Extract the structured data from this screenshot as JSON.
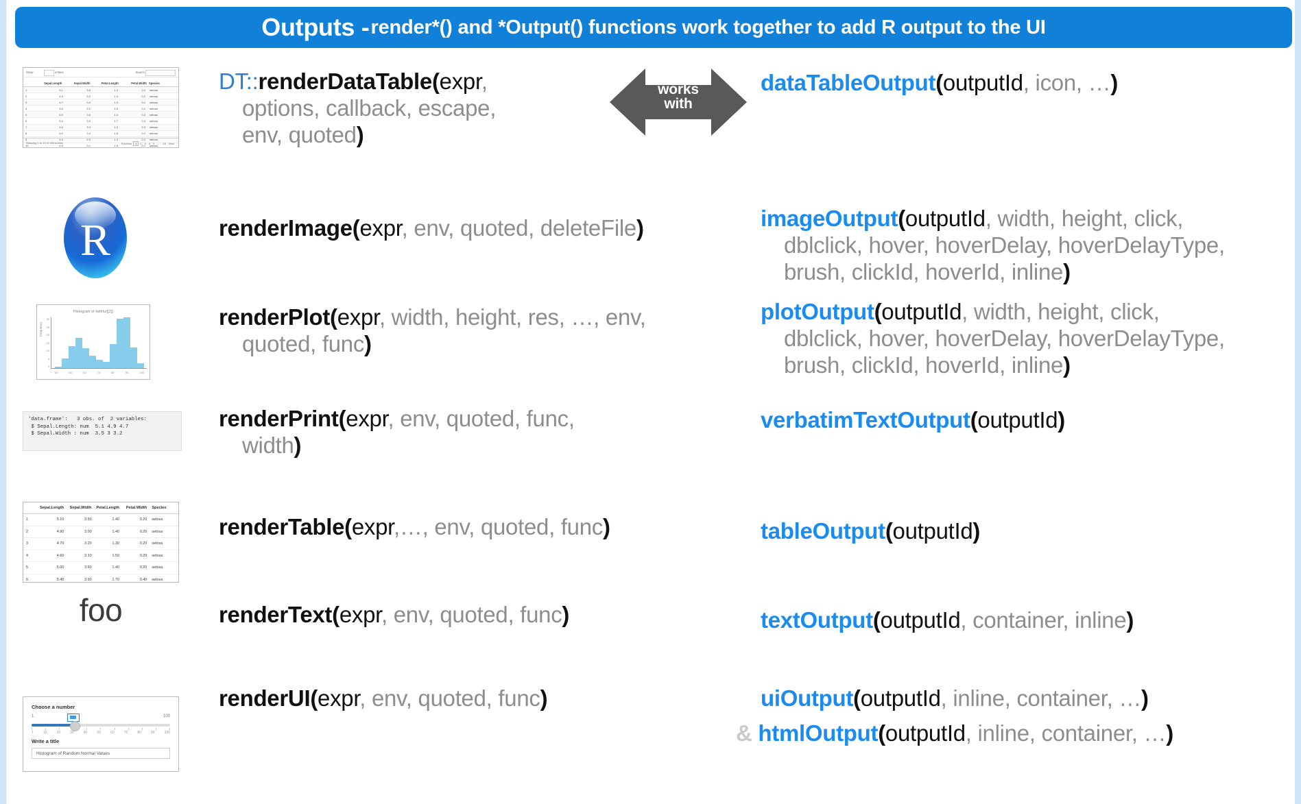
{
  "header": {
    "title_strong": "Outputs -",
    "title_rest": "render*()  and *Output() functions work together to add R output to the UI",
    "banner_color": "#1080d8"
  },
  "arrow": {
    "label_line1": "works",
    "label_line2": "with",
    "color": "#58595b"
  },
  "rows": [
    {
      "id": "datatable",
      "thumbnail": "datatable-thumbnail",
      "render": {
        "namespace": "DT::",
        "name": "renderDataTable",
        "required": [
          "expr"
        ],
        "optional": [
          "options",
          "callback",
          "escape",
          "env",
          "quoted"
        ]
      },
      "output": {
        "name": "dataTableOutput",
        "required": [
          "outputId"
        ],
        "optional": [
          "icon",
          "…"
        ]
      }
    },
    {
      "id": "image",
      "thumbnail": "r-logo-thumbnail",
      "render": {
        "namespace": "",
        "name": "renderImage",
        "required": [
          "expr"
        ],
        "optional": [
          "env",
          "quoted",
          "deleteFile"
        ]
      },
      "output": {
        "name": "imageOutput",
        "required": [
          "outputId"
        ],
        "optional": [
          "width",
          "height",
          "click",
          "dblclick",
          "hover",
          "hoverDelay",
          "hoverDelayType",
          "brush",
          "clickId",
          "hoverId",
          "inline"
        ]
      }
    },
    {
      "id": "plot",
      "thumbnail": "histogram-thumbnail",
      "render": {
        "namespace": "",
        "name": "renderPlot",
        "required": [
          "expr"
        ],
        "optional": [
          "width",
          "height",
          "res",
          "…",
          "env",
          "quoted",
          "func"
        ]
      },
      "output": {
        "name": "plotOutput",
        "required": [
          "outputId"
        ],
        "optional": [
          "width",
          "height",
          "click",
          "dblclick",
          "hover",
          "hoverDelay",
          "hoverDelayType",
          "brush",
          "clickId",
          "hoverId",
          "inline"
        ]
      }
    },
    {
      "id": "print",
      "thumbnail": "str-output-thumbnail",
      "render": {
        "namespace": "",
        "name": "renderPrint",
        "required": [
          "expr"
        ],
        "optional": [
          "env",
          "quoted",
          "func",
          "width"
        ]
      },
      "output": {
        "name": "verbatimTextOutput",
        "required": [
          "outputId"
        ],
        "optional": []
      }
    },
    {
      "id": "table",
      "thumbnail": "iris-table-thumbnail",
      "render": {
        "namespace": "",
        "name": "renderTable",
        "required": [
          "expr"
        ],
        "optional": [
          "…",
          "env",
          "quoted",
          "func"
        ]
      },
      "output": {
        "name": "tableOutput",
        "required": [
          "outputId"
        ],
        "optional": []
      }
    },
    {
      "id": "text",
      "thumbnail": "foo-text-thumbnail",
      "render": {
        "namespace": "",
        "name": "renderText",
        "required": [
          "expr"
        ],
        "optional": [
          "env",
          "quoted",
          "func"
        ]
      },
      "output": {
        "name": "textOutput",
        "required": [
          "outputId"
        ],
        "optional": [
          "container",
          "inline"
        ]
      }
    },
    {
      "id": "ui",
      "thumbnail": "ui-widgets-thumbnail",
      "render": {
        "namespace": "",
        "name": "renderUI",
        "required": [
          "expr"
        ],
        "optional": [
          "env",
          "quoted",
          "func"
        ]
      },
      "output": {
        "name": "uiOutput",
        "required": [
          "outputId"
        ],
        "optional": [
          "inline",
          "container",
          "…"
        ]
      },
      "output2": {
        "conjunction": "&",
        "name": "htmlOutput",
        "required": [
          "outputId"
        ],
        "optional": [
          "inline",
          "container",
          "…"
        ]
      }
    }
  ],
  "thumbnails": {
    "datatable": {
      "show_label": "Show",
      "show_value": "10",
      "entries_label": "entries",
      "search_label": "Search:",
      "columns": [
        "",
        "Sepal.Length",
        "Sepal.Width",
        "Petal.Length",
        "Petal.Width",
        "Species"
      ],
      "rows": [
        [
          "1",
          "5.1",
          "3.5",
          "1.4",
          "0.2",
          "setosa"
        ],
        [
          "2",
          "4.9",
          "3.0",
          "1.4",
          "0.2",
          "setosa"
        ],
        [
          "3",
          "4.7",
          "3.2",
          "1.3",
          "0.2",
          "setosa"
        ],
        [
          "4",
          "4.6",
          "3.1",
          "1.5",
          "0.2",
          "setosa"
        ],
        [
          "5",
          "5.0",
          "3.6",
          "1.4",
          "0.2",
          "setosa"
        ],
        [
          "6",
          "5.4",
          "3.9",
          "1.7",
          "0.4",
          "setosa"
        ],
        [
          "7",
          "4.6",
          "3.4",
          "1.4",
          "0.3",
          "setosa"
        ],
        [
          "8",
          "5.0",
          "3.4",
          "1.5",
          "0.2",
          "setosa"
        ],
        [
          "9",
          "4.4",
          "2.9",
          "1.4",
          "0.2",
          "setosa"
        ],
        [
          "10",
          "4.9",
          "3.1",
          "1.5",
          "0.1",
          "setosa"
        ]
      ],
      "footer_left": "Showing 1 to 10 of 150 entries",
      "pagination": [
        "Previous",
        "1",
        "2",
        "3",
        "4",
        "5",
        "…",
        "15",
        "Next"
      ]
    },
    "r_logo": {
      "letter": "R"
    },
    "histogram": {
      "title": "Histogram of faithful[[2]]",
      "ylabel": "Frequency",
      "xticks": [
        "40",
        "50",
        "60",
        "70",
        "80",
        "90",
        "100"
      ],
      "yticks": [
        "30",
        "25",
        "20",
        "15",
        "10",
        "5",
        "0"
      ],
      "bars": [
        2,
        12,
        28,
        38,
        25,
        16,
        10,
        8,
        30,
        62,
        64,
        26,
        6
      ]
    },
    "print": {
      "line1": "'data.frame':   3 obs. of  2 variables:",
      "line2": " $ Sepal.Length: num  5.1 4.9 4.7",
      "line3": " $ Sepal.Width : num  3.5 3 3.2"
    },
    "table": {
      "columns": [
        "",
        "Sepal.Length",
        "Sepal.Width",
        "Petal.Length",
        "Petal.Width",
        "Species"
      ],
      "rows": [
        [
          "1",
          "5.10",
          "3.50",
          "1.40",
          "0.20",
          "setosa"
        ],
        [
          "2",
          "4.90",
          "3.00",
          "1.40",
          "0.20",
          "setosa"
        ],
        [
          "3",
          "4.70",
          "3.20",
          "1.30",
          "0.20",
          "setosa"
        ],
        [
          "4",
          "4.60",
          "3.10",
          "1.50",
          "0.20",
          "setosa"
        ],
        [
          "5",
          "5.00",
          "3.60",
          "1.40",
          "0.20",
          "setosa"
        ],
        [
          "6",
          "5.40",
          "3.90",
          "1.70",
          "0.40",
          "setosa"
        ]
      ]
    },
    "foo": {
      "text": "foo"
    },
    "ui": {
      "slider_label": "Choose a number",
      "slider_min": "1",
      "slider_max": "100",
      "slider_ticks": [
        "1",
        "10",
        "20",
        "30",
        "40",
        "50",
        "60",
        "70",
        "80",
        "90",
        "100"
      ],
      "text_label": "Write a title",
      "text_value": "Histogram of Random Normal Values"
    }
  }
}
